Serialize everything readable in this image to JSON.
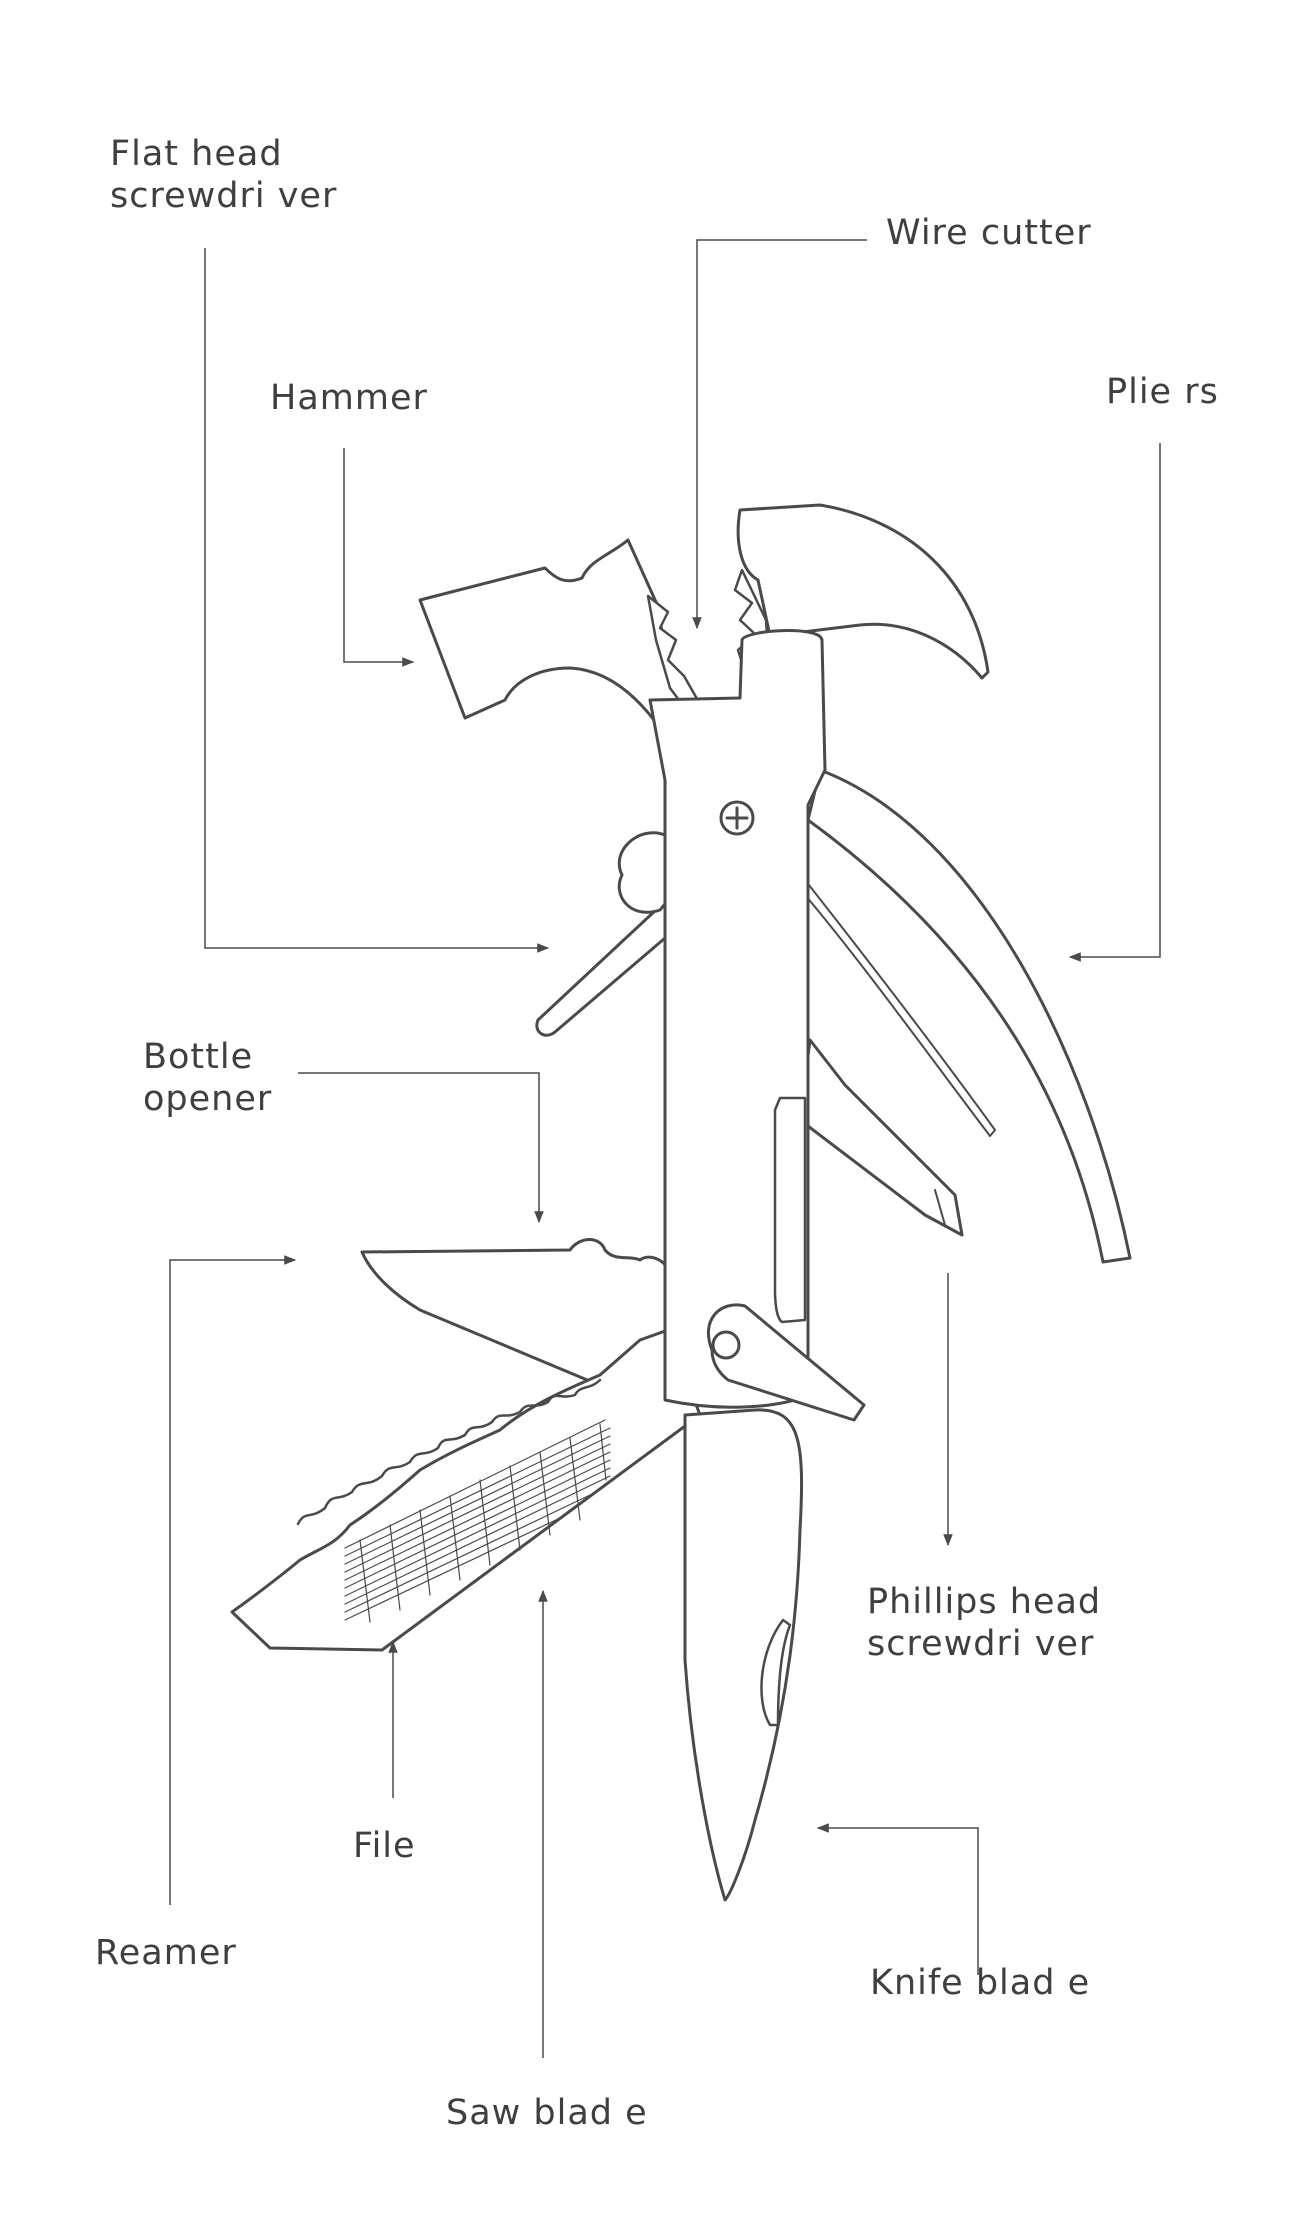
{
  "colors": {
    "line": "#4a4a4a",
    "text": "#3f3f3f",
    "background": "#ffffff"
  },
  "labels": {
    "flat_head": {
      "line1": "Flat head",
      "line2": "screwdri ver"
    },
    "wire_cutter": "Wire cutter",
    "hammer": "Hammer",
    "pliers": "Plie rs",
    "bottle_opener": {
      "line1": "Bottle",
      "line2": "opener"
    },
    "phillips": {
      "line1": "Phillips  head",
      "line2": "screwdri ver"
    },
    "file": "File",
    "reamer": "Reamer",
    "knife": "Knife blad e",
    "saw": "Saw blad e"
  }
}
